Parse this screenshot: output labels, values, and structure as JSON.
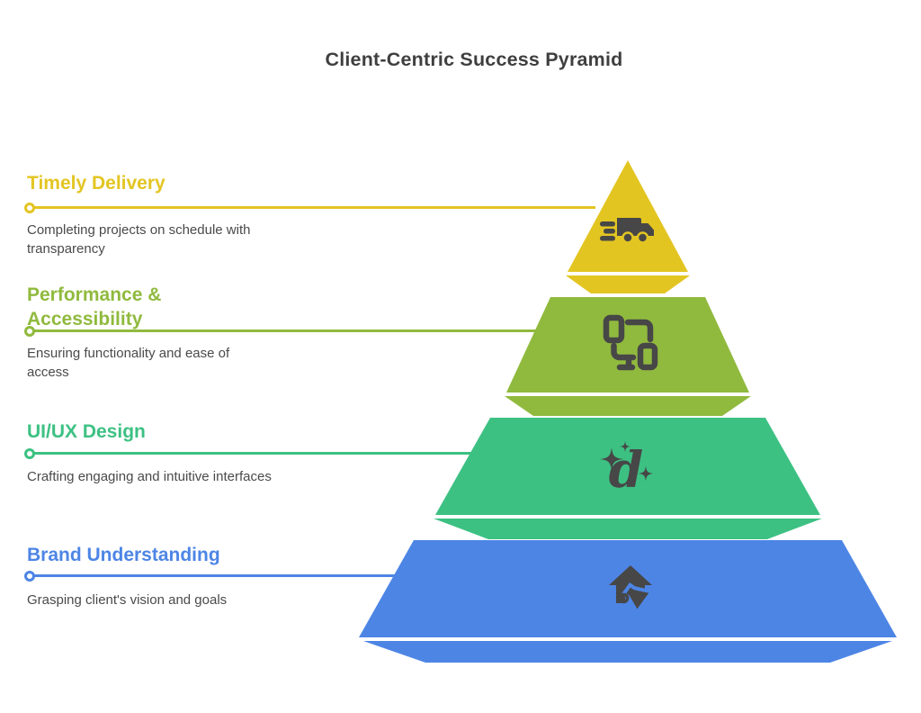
{
  "title": "Client-Centric Success Pyramid",
  "colors": {
    "title_text": "#3f3f3f",
    "body_text": "#4a4a4a",
    "icon": "#474747",
    "background": "#ffffff"
  },
  "levels": [
    {
      "heading": "Timely Delivery",
      "description": "Completing projects on schedule with transparency",
      "color": "#e3c522",
      "icon": "fast-delivery-truck-icon"
    },
    {
      "heading": "Performance & Accessibility",
      "description": "Ensuring functionality and ease of access",
      "color": "#90ba3e",
      "icon": "workflow-nodes-icon"
    },
    {
      "heading": "UI/UX Design",
      "description": "Crafting engaging and intuitive interfaces",
      "color": "#3dc183",
      "icon": "sparkle-d-design-icon"
    },
    {
      "heading": "Brand Understanding",
      "description": "Grasping client's vision and goals",
      "color": "#4d85e5",
      "icon": "house-megaphone-icon"
    }
  ]
}
